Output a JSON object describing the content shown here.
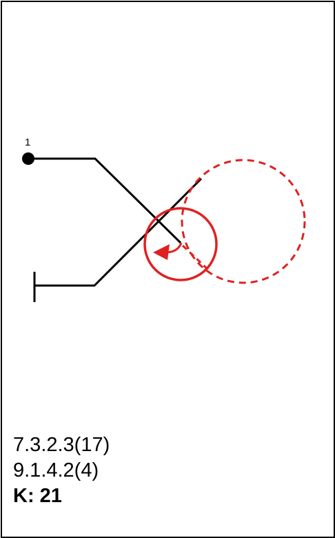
{
  "diagram": {
    "start_marker_label": "1",
    "path_color": "#000000",
    "rotation_color": "#e02020",
    "rotation_direction": "counterclockwise"
  },
  "codes": {
    "line1": "7.3.2.3(17)",
    "line2": "9.1.4.2(4)",
    "k_label": "K: 21"
  }
}
